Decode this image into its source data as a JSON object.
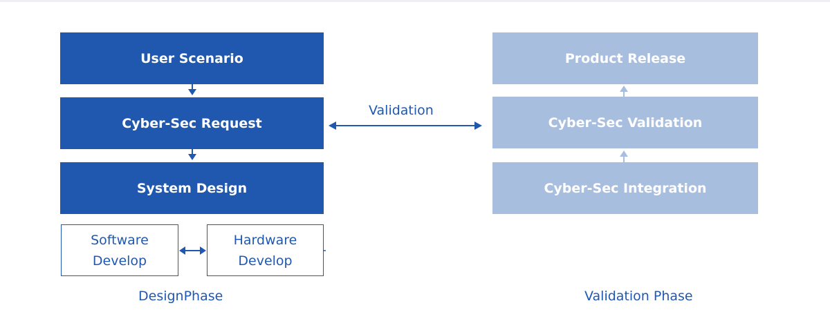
{
  "design_phase": {
    "caption": "DesignPhase",
    "steps": [
      "User Scenario",
      "Cyber-Sec Request",
      "System Design"
    ],
    "sub_steps": {
      "software": [
        "Software",
        "Develop"
      ],
      "hardware": [
        "Hardware",
        "Develop"
      ]
    }
  },
  "link": {
    "label": "Validation"
  },
  "validation_phase": {
    "caption": "Validation Phase",
    "steps": [
      "Product Release",
      "Cyber-Sec Validation",
      "Cyber-Sec Integration"
    ]
  },
  "colors": {
    "design_fill": "#2058b0",
    "validation_fill": "#a8bedf",
    "text_on_fill": "#ffffff"
  }
}
